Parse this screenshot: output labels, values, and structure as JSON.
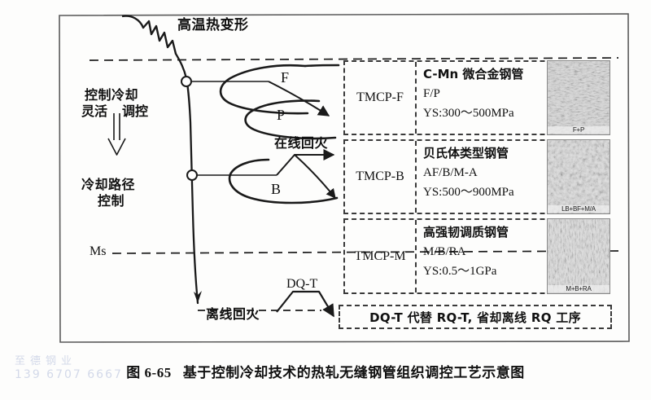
{
  "figure": {
    "caption_number": "图 6-65",
    "caption_text": "基于控制冷却技术的热轧无缝钢管组织调控工艺示意图"
  },
  "diagram": {
    "labels": {
      "hot_deformation": "高温热变形",
      "controlled_cooling": "控制冷却",
      "flexible": "灵活",
      "regulation": "调控",
      "cooling_path_line1": "冷却路径",
      "cooling_path_line2": "控制",
      "ms_line": "Ms",
      "ferrite": "F",
      "pearlite": "P",
      "bainite": "B",
      "online_tempering": "在线回火",
      "offline_tempering": "离线回火",
      "dq_t": "DQ-T"
    },
    "colors": {
      "line": "#1a1a1a",
      "dashed_box": "#3a3a3a",
      "frame": "#555555",
      "watermark": "#ccd3e6"
    }
  },
  "tmcp_rows": [
    {
      "code": "TMCP-F",
      "product": "C-Mn 微合金钢管",
      "phases": "F/P",
      "strength": "YS:300～500MPa",
      "micrograph_caption": "F+P"
    },
    {
      "code": "TMCP-B",
      "product": "贝氏体类型钢管",
      "phases": "AF/B/M-A",
      "strength": "YS:500～900MPa",
      "micrograph_caption": "LB+BF+M/A"
    },
    {
      "code": "TMCP-M",
      "product": "高强韧调质钢管",
      "phases": "M/B/RA",
      "strength": "YS:0.5～1GPa",
      "micrograph_caption": "M+B+RA"
    }
  ],
  "note_box": {
    "text": "DQ-T 代替 RQ-T, 省却离线 RQ 工序"
  },
  "watermark": {
    "company": "至德钢业",
    "phone": "139 6707 6667"
  }
}
